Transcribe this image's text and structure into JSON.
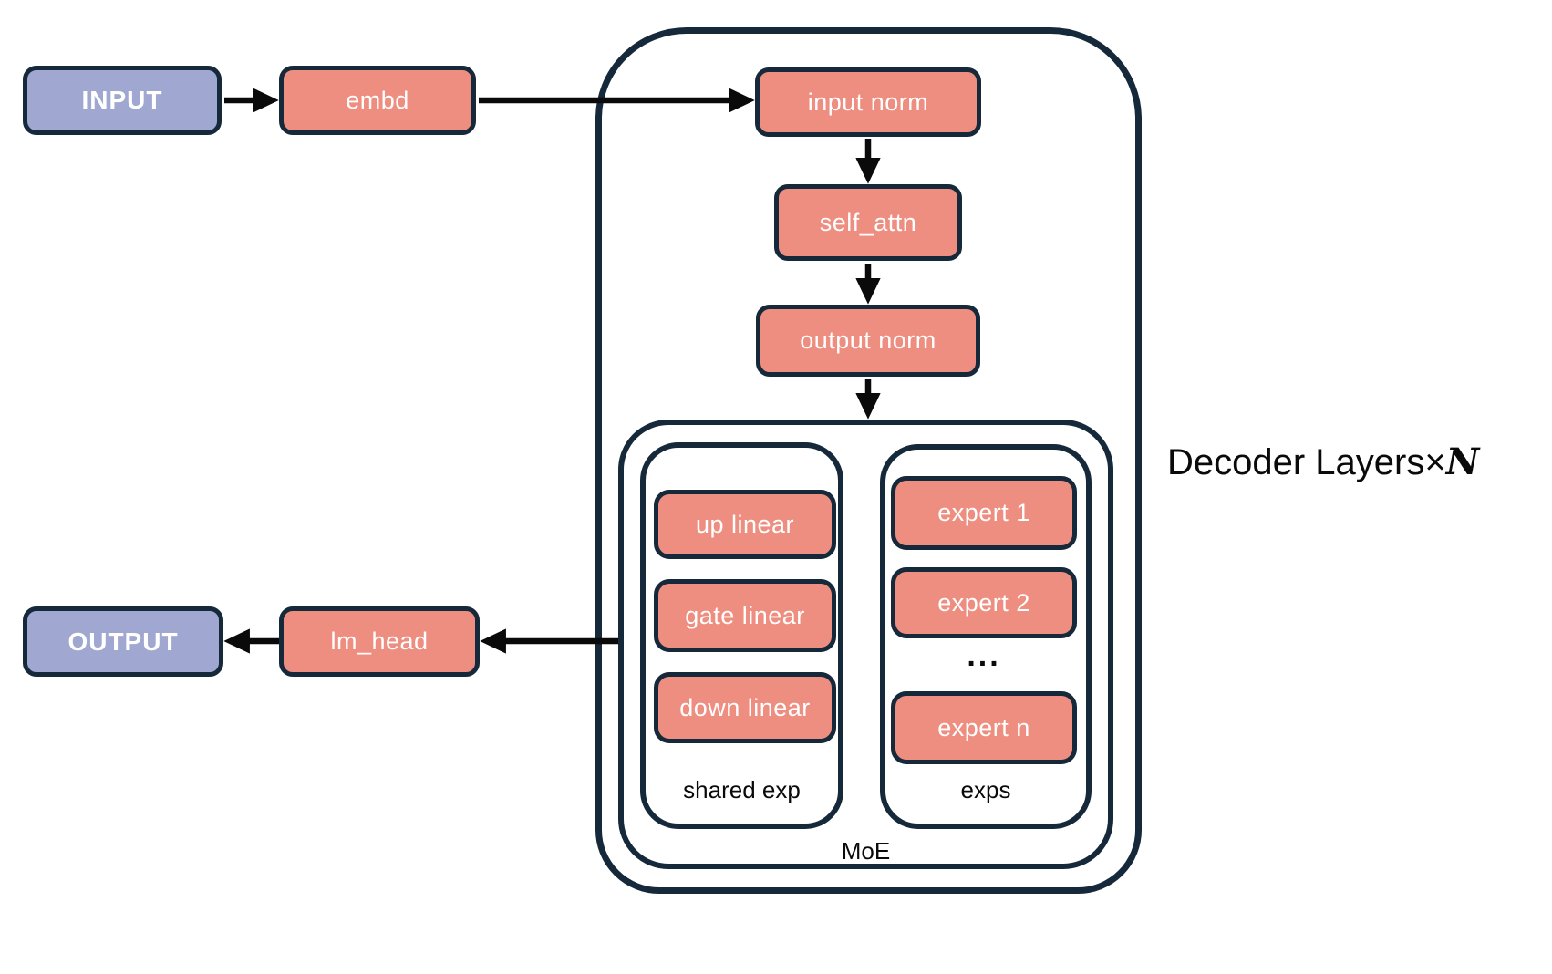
{
  "nodes": {
    "input": "INPUT",
    "embd": "embd",
    "input_norm": "input norm",
    "self_attn": "self_attn",
    "output_norm": "output norm",
    "up_linear": "up linear",
    "gate_linear": "gate linear",
    "down_linear": "down linear",
    "expert_1": "expert 1",
    "expert_2": "expert 2",
    "expert_n": "expert n",
    "lm_head": "lm_head",
    "output": "OUTPUT"
  },
  "labels": {
    "moe": "MoE",
    "shared_exp": "shared exp",
    "exps": "exps",
    "ellipsis": "..."
  },
  "annotation": {
    "text": "Decoder Layers",
    "times": "×",
    "n": "N"
  },
  "colors": {
    "node-fill": "#EE8E80",
    "io-fill": "#A0A7D0",
    "border": "#16293A",
    "arrow": "#0A0A0A",
    "background": "#FFFFFF",
    "text-light": "#FFFFFF",
    "text-dark": "#0A0A0A"
  }
}
